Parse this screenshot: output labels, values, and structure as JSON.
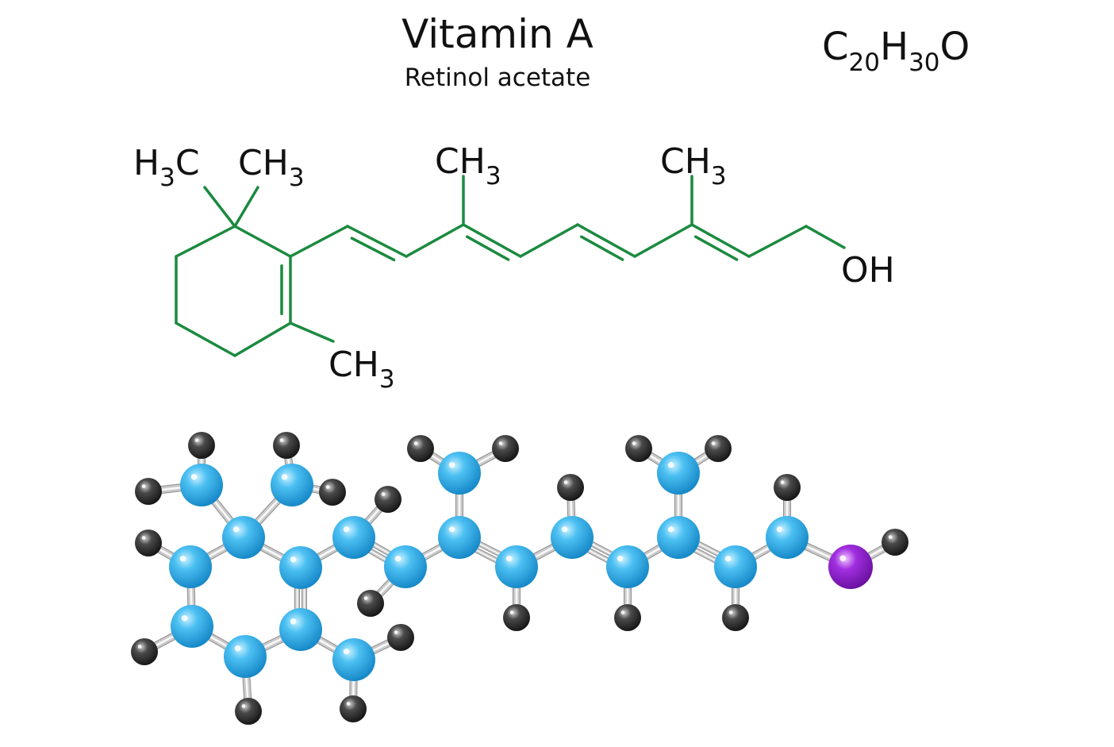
{
  "title": "Vitamin A",
  "subtitle": "Retinol acetate",
  "formula": {
    "parts": [
      {
        "text": "C",
        "sub": false
      },
      {
        "text": "20",
        "sub": true
      },
      {
        "text": "H",
        "sub": false
      },
      {
        "text": "30",
        "sub": true
      },
      {
        "text": "O",
        "sub": false
      }
    ]
  },
  "structural": {
    "labels": [
      {
        "id": "h3c-gem",
        "parts": [
          {
            "text": "H",
            "sub": false
          },
          {
            "text": "3",
            "sub": true
          },
          {
            "text": "C",
            "sub": false
          }
        ]
      },
      {
        "id": "ch3-gem",
        "parts": [
          {
            "text": "CH",
            "sub": false
          },
          {
            "text": "3",
            "sub": true
          }
        ]
      },
      {
        "id": "ch3-chain-1",
        "parts": [
          {
            "text": "CH",
            "sub": false
          },
          {
            "text": "3",
            "sub": true
          }
        ]
      },
      {
        "id": "ch3-chain-2",
        "parts": [
          {
            "text": "CH",
            "sub": false
          },
          {
            "text": "3",
            "sub": true
          }
        ]
      },
      {
        "id": "ch3-ring",
        "parts": [
          {
            "text": "CH",
            "sub": false
          },
          {
            "text": "3",
            "sub": true
          }
        ]
      },
      {
        "id": "oh",
        "parts": [
          {
            "text": "OH",
            "sub": false
          }
        ]
      }
    ]
  },
  "colors": {
    "bond_line": "#1b8a3f",
    "carbon_atom": "#29a9e6",
    "hydrogen_atom": "#2e2e2e",
    "oxygen_atom": "#8a1fc9",
    "model_bond": "#c9c9c9",
    "text": "#111111"
  }
}
